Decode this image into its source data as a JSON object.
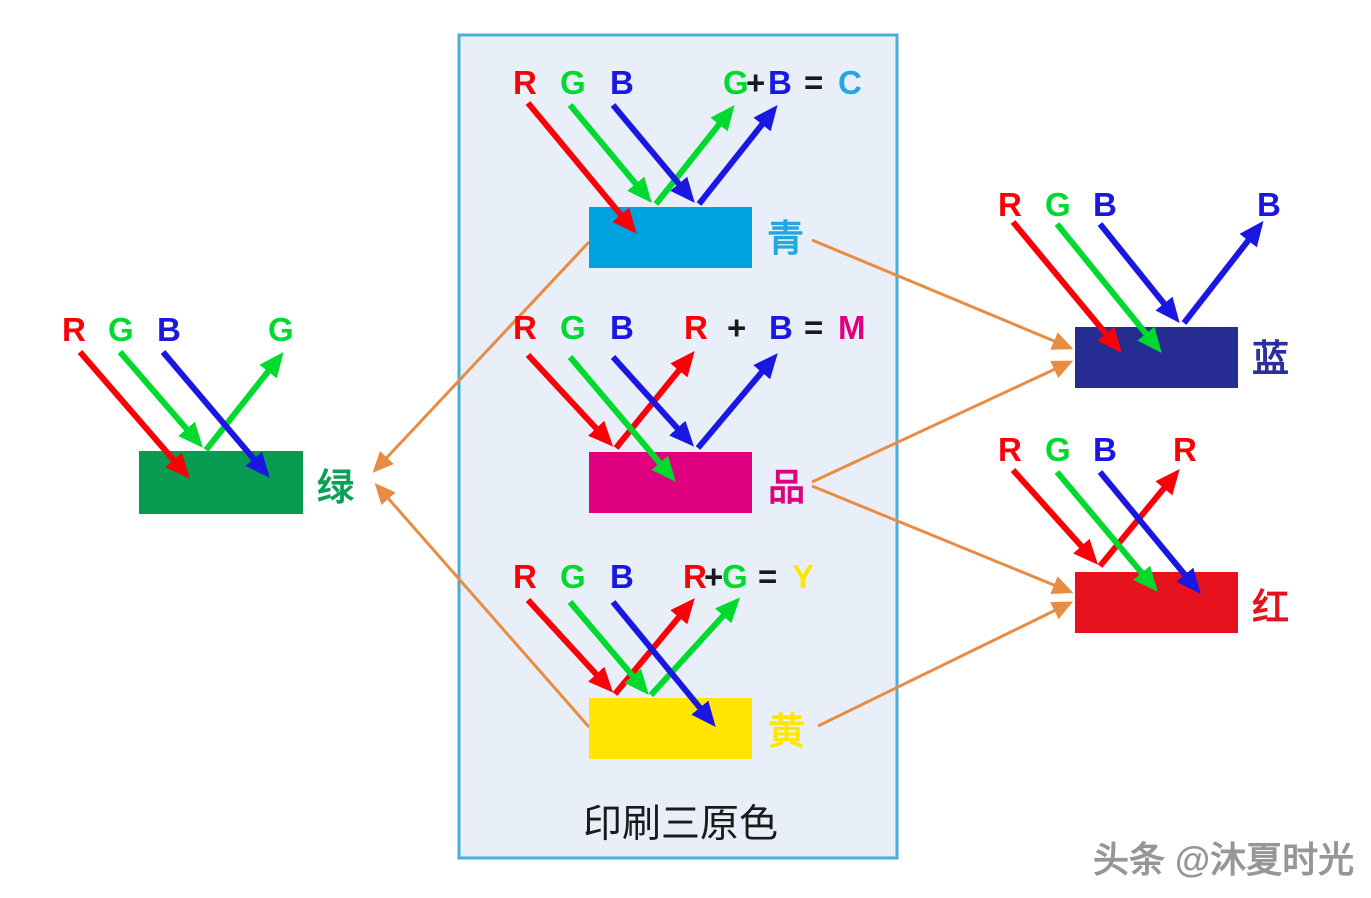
{
  "panel": {
    "title": "印刷三原色"
  },
  "groups": {
    "green": {
      "incident": [
        "R",
        "G",
        "B"
      ],
      "reflected": "G",
      "label": "绿"
    },
    "cyan": {
      "incident": [
        "R",
        "G",
        "B"
      ],
      "eq": [
        "G",
        "+",
        "B",
        "=",
        "C"
      ],
      "label": "青"
    },
    "magenta": {
      "incident": [
        "R",
        "G",
        "B"
      ],
      "eq": [
        "R",
        "+",
        "B",
        "=",
        "M"
      ],
      "label": "品"
    },
    "yellow": {
      "incident": [
        "R",
        "G",
        "B"
      ],
      "eq": [
        "R",
        "+",
        "G",
        "=",
        "Y"
      ],
      "label": "黄"
    },
    "blue": {
      "incident": [
        "R",
        "G",
        "B"
      ],
      "reflected": "B",
      "label": "蓝"
    },
    "red": {
      "incident": [
        "R",
        "G",
        "B"
      ],
      "reflected": "R",
      "label": "红"
    }
  },
  "watermark": "头条 @沐夏时光",
  "colors": {
    "ray_red": "#fb0107",
    "ray_green": "#00d92e",
    "ray_blue": "#1b17e3",
    "cyan_rect": "#00a1df",
    "cyan_text": "#22a7e2",
    "magenta_rect": "#df0080",
    "yellow_rect": "#ffe502",
    "navy_rect": "#272c93",
    "blue_label": "#2b2e9b",
    "green_rect": "#089b52",
    "green_label": "#0aa156",
    "red_rect": "#e8121e",
    "orange_connector": "#e98c43",
    "panel_bg": "#e9eff8",
    "panel_border": "#4aaed8",
    "title_black": "#1a1a1a",
    "watermark_gray": "#969696"
  }
}
